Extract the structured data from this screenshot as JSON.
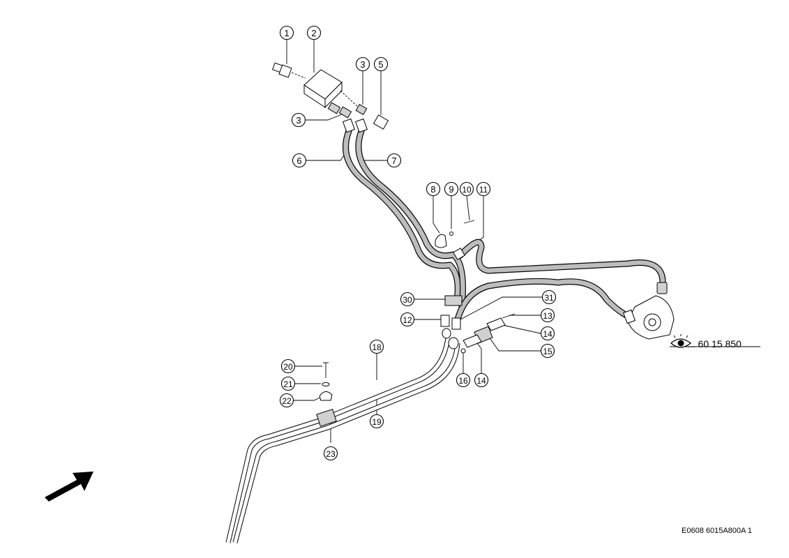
{
  "callouts": [
    "1",
    "2",
    "3",
    "3",
    "5",
    "6",
    "7",
    "8",
    "9",
    "10",
    "11",
    "30",
    "31",
    "12",
    "13",
    "14",
    "15",
    "14",
    "16",
    "18",
    "19",
    "20",
    "21",
    "22",
    "23"
  ],
  "reference": {
    "text": "... 60 15 850",
    "icon": "eye-icon"
  },
  "document_code": "E0608 6015A800A 1",
  "direction_icon": "arrow-icon"
}
